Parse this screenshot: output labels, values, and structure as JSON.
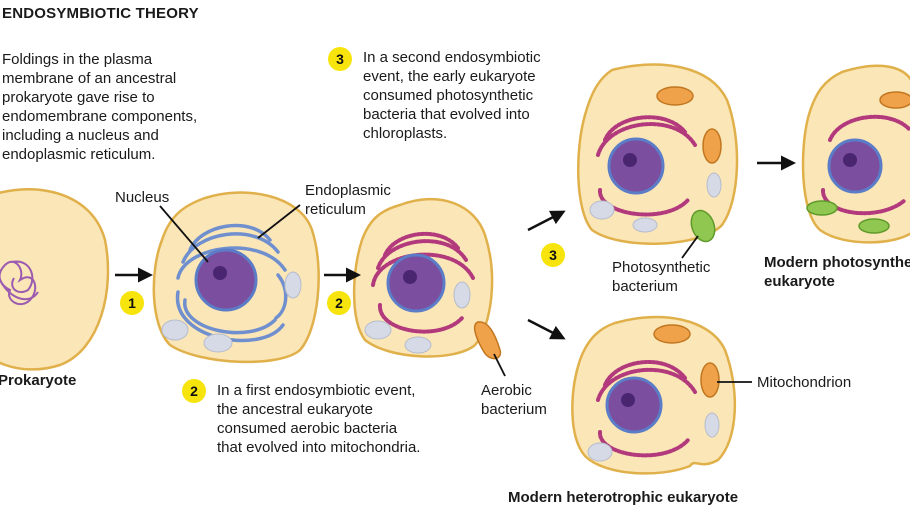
{
  "title": "ENDOSYMBIOTIC THEORY",
  "step1_text": [
    "Foldings in the plasma",
    "membrane of an ancestral",
    "prokaryote gave rise to",
    "endomembrane components,",
    "including a nucleus and",
    "endoplasmic reticulum."
  ],
  "step2_text": [
    "In a first endosymbiotic event,",
    "the ancestral eukaryote",
    "consumed aerobic bacteria",
    "that evolved into mitochondria."
  ],
  "step3_text": [
    "In a second endosymbiotic",
    "event, the early eukaryote",
    "consumed photosynthetic",
    "bacteria that evolved into",
    "chloroplasts."
  ],
  "badges": {
    "one": "1",
    "two": "2",
    "three": "3"
  },
  "labels": {
    "nucleus": "Nucleus",
    "er": [
      "Endoplasmic",
      "reticulum"
    ],
    "aerobic": [
      "Aerobic",
      "bacterium"
    ],
    "photosynthetic": [
      "Photosynthetic",
      "bacterium"
    ],
    "mitochondrion": "Mitochondrion",
    "prokaryote": "Prokaryote",
    "heterotrophic": "Modern heterotrophic eukaryote",
    "photosynthetic_eukaryote": [
      "Modern photosynthetic",
      "eukaryote"
    ]
  },
  "colors": {
    "cytoplasm": "#fbe6b8",
    "cell_edge": "#e0b04a",
    "nucleus": "#7c4ea0",
    "nucleolus": "#4a2570",
    "er_blue": "#6f8fce",
    "ribosome": "#b23a7c",
    "mitochondrion": "#f0a24a",
    "chloroplast": "#8fc750",
    "vacuole": "#d6dae6",
    "badge": "#f6e40c"
  }
}
